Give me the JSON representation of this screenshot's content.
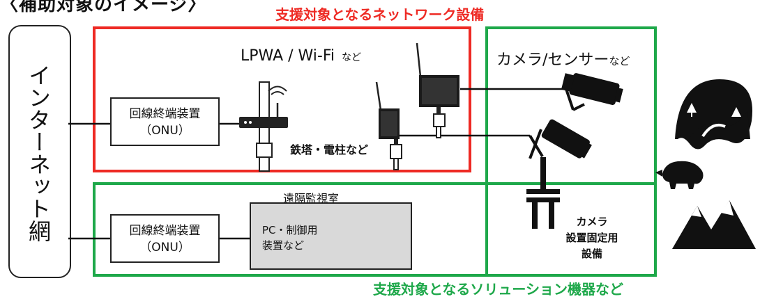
{
  "header": {
    "title": "〈補助対象のイメージ〉",
    "network_label": "支援対象となるネットワーク設備",
    "solution_label": "支援対象となるソリューション機器など"
  },
  "internet": {
    "label": "インターネット網"
  },
  "onu_top": {
    "line1": "回線終端装置",
    "line2": "（ONU）"
  },
  "onu_bottom": {
    "line1": "回線終端装置",
    "line2": "（ONU）"
  },
  "wireless": {
    "label": "LPWA / Wi-Fi",
    "suffix": "など"
  },
  "tower": {
    "label": "鉄塔・電柱など"
  },
  "camera": {
    "label": "カメラ/センサー",
    "suffix": "など"
  },
  "monitor_room": {
    "label": "遠隔監視室",
    "pc_line1": "PC・制御用",
    "pc_line2": "装置など"
  },
  "camera_fixture": {
    "line1": "カメラ",
    "line2": "設置固定用",
    "line3": "設備"
  },
  "colors": {
    "network_frame": "#ee2a24",
    "solution_frame": "#1ea84a",
    "pc_box_fill": "#d9d9d9"
  }
}
